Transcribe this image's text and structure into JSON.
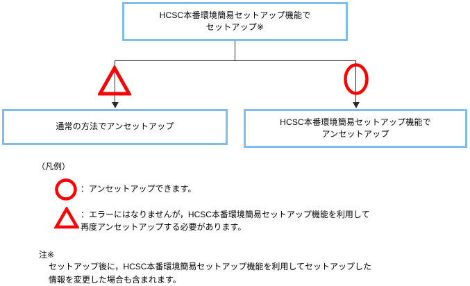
{
  "diagram": {
    "boxes": {
      "top": {
        "name": "setup-box",
        "text": "HCSC本番環境簡易セットアップ機能で\nセットアップ※",
        "border_color": "#7FBCEF"
      },
      "left": {
        "name": "normal-unsetup-box",
        "text": "通常の方法でアンセットアップ",
        "border_color": "#7FBCEF"
      },
      "right": {
        "name": "hcsc-unsetup-box",
        "text": "HCSC本番環境簡易セットアップ機能で\nアンセットアップ",
        "border_color": "#7FBCEF"
      }
    },
    "symbols": {
      "triangle": {
        "icon": "warning-triangle-icon",
        "color": "#FF0000"
      },
      "circle": {
        "icon": "circle-ok-icon",
        "color": "#FF0000"
      }
    },
    "connector_color": "#2b2b2b"
  },
  "legend": {
    "title": "（凡例）",
    "items": [
      {
        "icon": "circle-ok-icon",
        "color": "#FF0000",
        "text": "：アンセットアップできます。"
      },
      {
        "icon": "warning-triangle-icon",
        "color": "#FF0000",
        "text": "：エラーにはなりませんが，HCSC本番環境簡易セットアップ機能を利用して\n再度アンセットアップする必要があります。"
      }
    ]
  },
  "footnote": {
    "label": "注※",
    "body": "セットアップ後に，HCSC本番環境簡易セットアップ機能を利用してセットアップした\n情報を変更した場合も含まれます。"
  }
}
